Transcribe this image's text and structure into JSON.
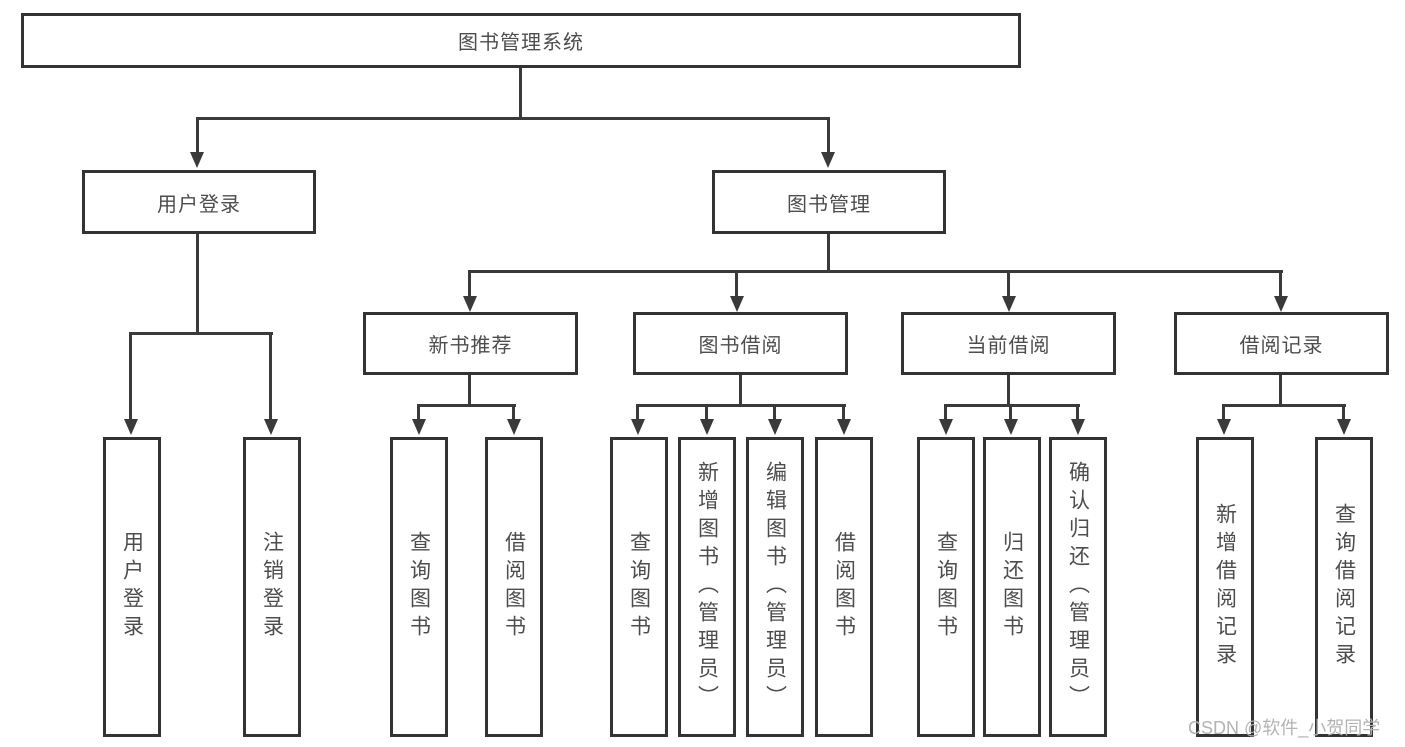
{
  "nodes": {
    "root": "图书管理系统",
    "level2": [
      "用户登录",
      "图书管理"
    ],
    "level3": [
      "新书推荐",
      "图书借阅",
      "当前借阅",
      "借阅记录"
    ],
    "leaves": [
      "用户登录",
      "注销登录",
      "查询图书",
      "借阅图书",
      "查询图书",
      "新增图书（管理员）",
      "编辑图书（管理员）",
      "借阅图书",
      "查询图书",
      "归还图书",
      "确认归还（管理员）",
      "新增借阅记录",
      "查询借阅记录"
    ]
  },
  "watermark": "CSDN @软件_小贺同学",
  "colors": {
    "line": "#3a3a3a",
    "box_border": "#333333",
    "text": "#4d4d4d",
    "watermark": "#b3b3b3",
    "background": "#ffffff"
  }
}
